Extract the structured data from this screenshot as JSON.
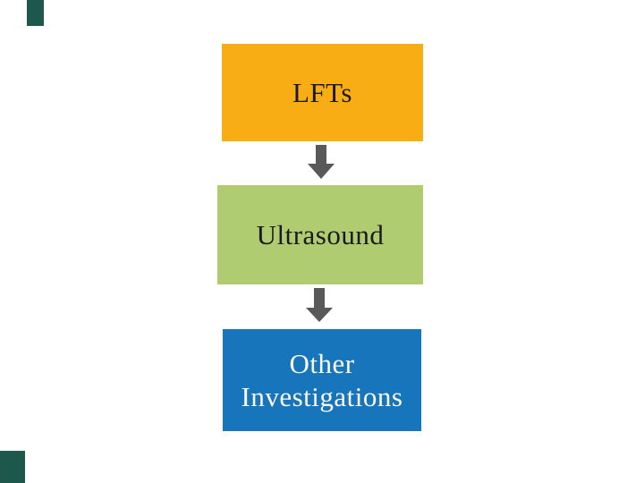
{
  "flowchart": {
    "title": "",
    "connector": "down-arrow",
    "steps": [
      {
        "label": "LFTs"
      },
      {
        "label": "Ultrasound"
      },
      {
        "label": "Other Investigations"
      }
    ]
  },
  "decorations": {
    "top_left_corner": "teal-rectangle",
    "bottom_left_corner": "teal-rectangle"
  },
  "colors": {
    "step1-fill": "#F8AD15",
    "step2-fill": "#B0CC71",
    "step3-fill": "#1775BC",
    "arrow-fill": "#595959",
    "corner-fill": "#1E574C",
    "text-dark": "#1A1A1A",
    "text-light": "#FBF9ED",
    "background": "#FFFFFF"
  }
}
